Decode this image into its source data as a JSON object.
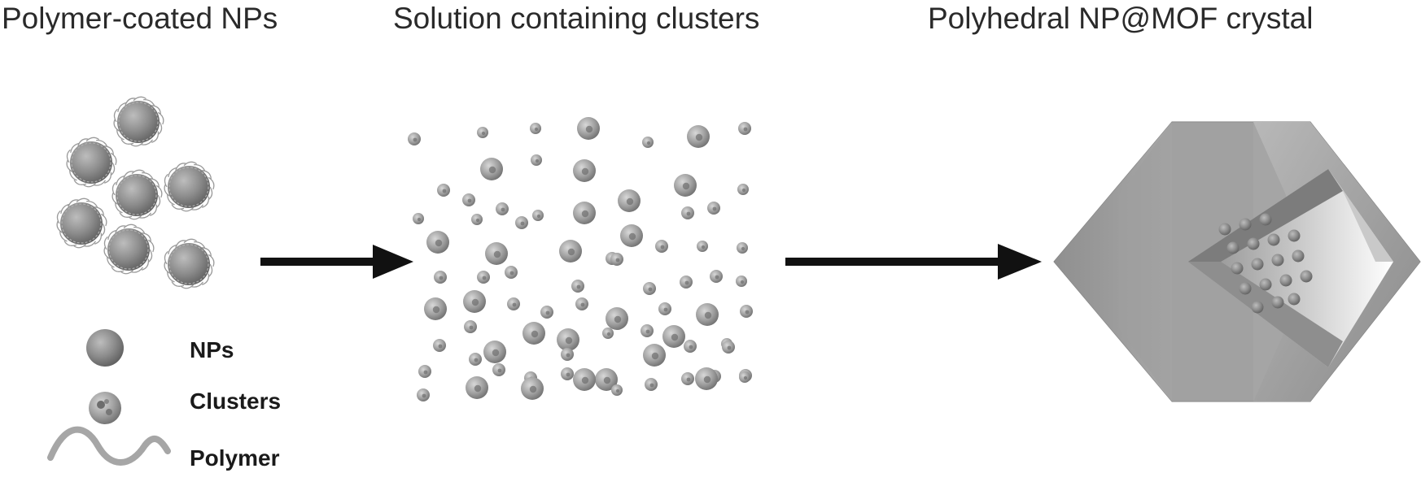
{
  "titles": {
    "polymer_coated": "Polymer-coated NPs",
    "solution": "Solution containing clusters",
    "crystal": "Polyhedral NP@MOF crystal"
  },
  "legend": {
    "nps": "NPs",
    "clusters": "Clusters",
    "polymer": "Polymer"
  },
  "colors": {
    "arrow": "#111111",
    "particle": "#8a8a8a",
    "crystal_face": "#9c9c9c"
  }
}
